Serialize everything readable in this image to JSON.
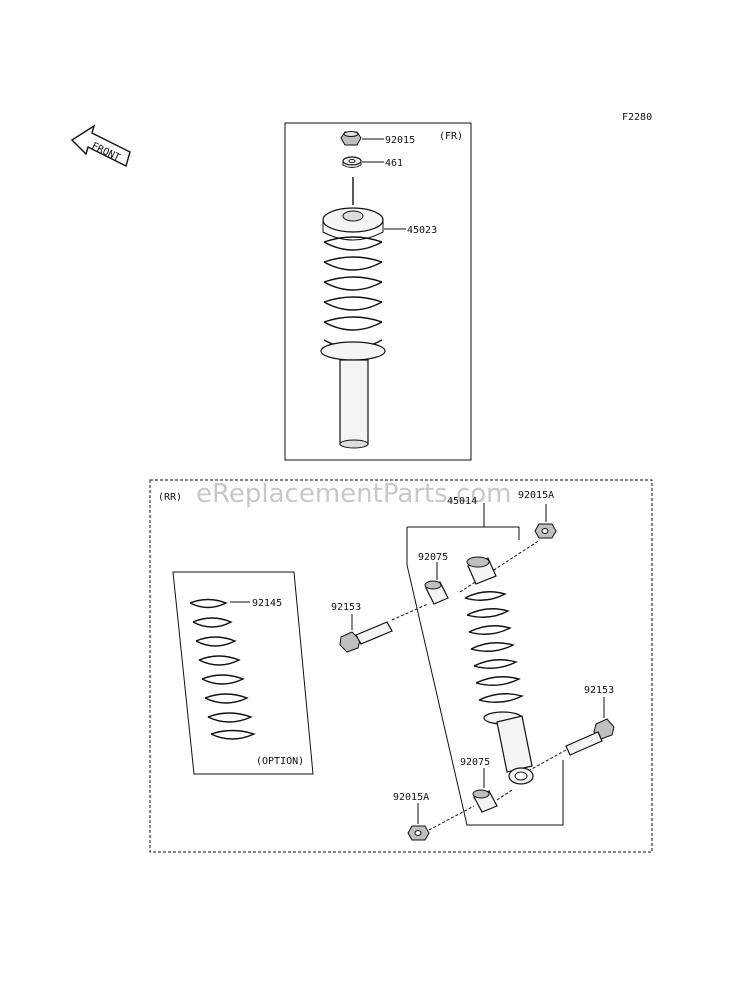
{
  "figure_code": "F2280",
  "front_arrow_text": "FRONT",
  "watermark": "eReplacementParts.com",
  "front_section": {
    "tag": "(FR)",
    "labels": {
      "nut": "92015",
      "washer": "461",
      "shock": "45023"
    }
  },
  "rear_section": {
    "tag": "(RR)",
    "labels": {
      "shock": "45014",
      "nut_top": "92015A",
      "collar_top": "92075",
      "bolt_left": "92153",
      "bolt_right": "92153",
      "collar_bottom": "92075",
      "nut_bottom": "92015A"
    },
    "option_spring": {
      "label": "92145",
      "tag": "(OPTION)"
    }
  }
}
